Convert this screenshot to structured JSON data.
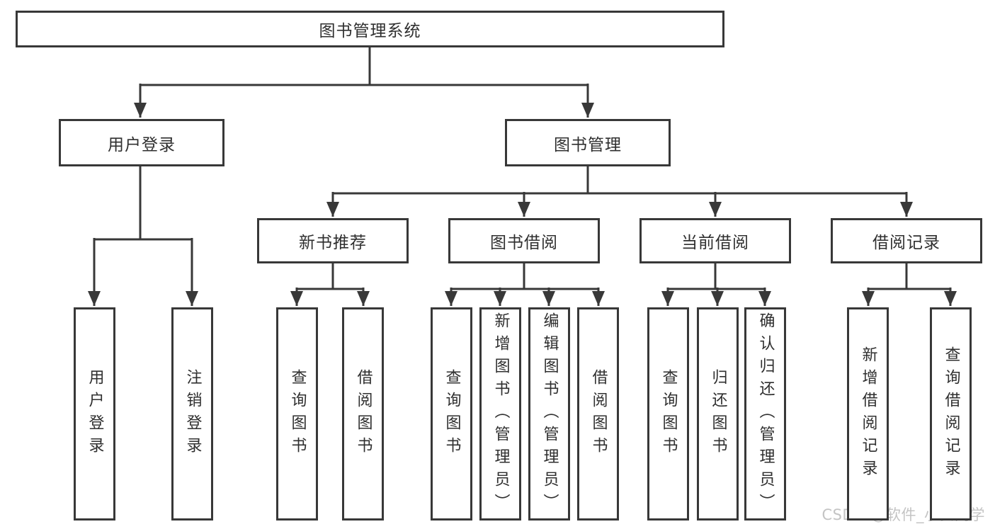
{
  "diagram": {
    "title": "图书管理系统",
    "line_color": "#383838",
    "level2": [
      {
        "label": "用户登录"
      },
      {
        "label": "图书管理"
      }
    ],
    "level3": [
      {
        "label": "新书推荐"
      },
      {
        "label": "图书借阅"
      },
      {
        "label": "当前借阅"
      },
      {
        "label": "借阅记录"
      }
    ],
    "leaves": [
      {
        "label": "用户登录"
      },
      {
        "label": "注销登录"
      },
      {
        "label": "查询图书"
      },
      {
        "label": "借阅图书"
      },
      {
        "label": "查询图书"
      },
      {
        "label": "新增图书（管理员）"
      },
      {
        "label": "编辑图书（管理员）"
      },
      {
        "label": "借阅图书"
      },
      {
        "label": "查询图书"
      },
      {
        "label": "归还图书"
      },
      {
        "label": "确认归还（管理员）"
      },
      {
        "label": "新增借阅记录"
      },
      {
        "label": "查询借阅记录"
      }
    ]
  },
  "watermark": {
    "text": "CSDN @软件_小贺同学",
    "color": "#c4c4c4"
  }
}
